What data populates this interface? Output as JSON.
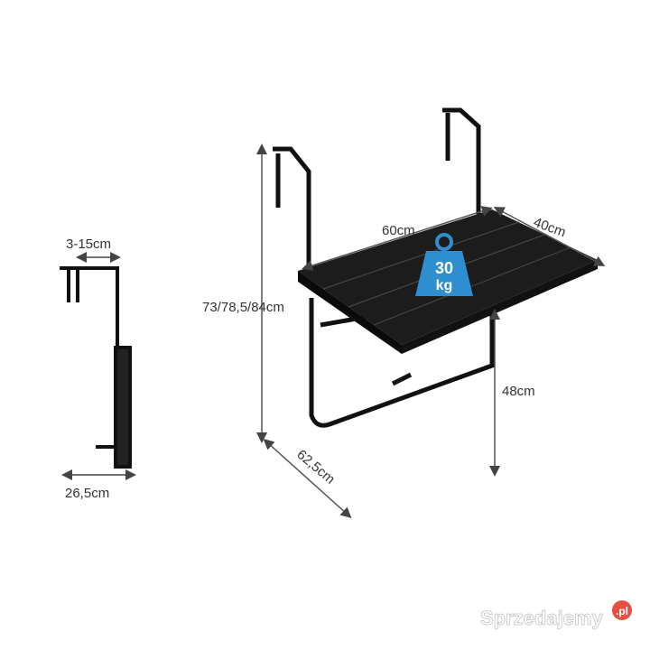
{
  "dimensions": {
    "clamp_range": "3-15cm",
    "folded_depth": "26,5cm",
    "height_options": "73/78,5/84cm",
    "width": "60cm",
    "depth": "40cm",
    "table_height": "48cm",
    "diagonal_depth": "62,5cm"
  },
  "weight_badge": {
    "value": "30",
    "unit": "kg",
    "color": "#2e8fd0"
  },
  "watermark": {
    "brand": "Sprzedajemy",
    "tld": ".pl",
    "dot_color": "#e63c2f"
  }
}
